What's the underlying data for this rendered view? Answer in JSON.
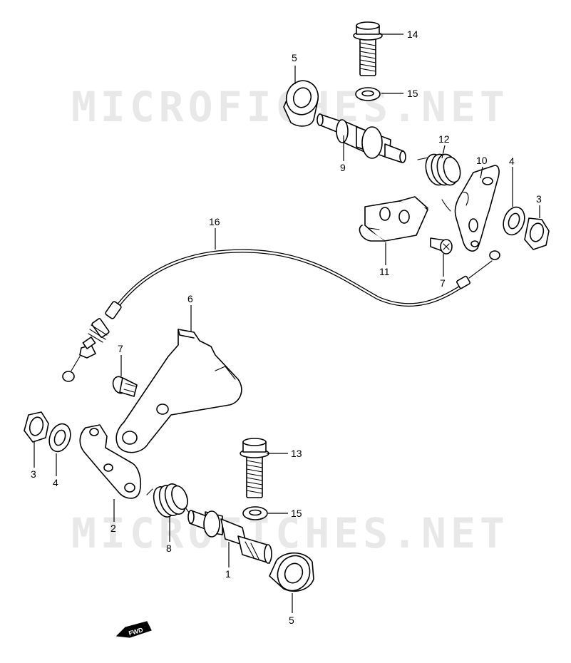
{
  "watermark": "MICROFICHES.NET",
  "direction_badge": {
    "label": "FWD"
  },
  "callouts": [
    {
      "id": "c14",
      "number": "14"
    },
    {
      "id": "c15a",
      "number": "15"
    },
    {
      "id": "c5a",
      "number": "5"
    },
    {
      "id": "c9",
      "number": "9"
    },
    {
      "id": "c12",
      "number": "12"
    },
    {
      "id": "c10",
      "number": "10"
    },
    {
      "id": "c4a",
      "number": "4"
    },
    {
      "id": "c3a",
      "number": "3"
    },
    {
      "id": "c11",
      "number": "11"
    },
    {
      "id": "c7a",
      "number": "7"
    },
    {
      "id": "c16",
      "number": "16"
    },
    {
      "id": "c6",
      "number": "6"
    },
    {
      "id": "c7b",
      "number": "7"
    },
    {
      "id": "c3b",
      "number": "3"
    },
    {
      "id": "c4b",
      "number": "4"
    },
    {
      "id": "c2",
      "number": "2"
    },
    {
      "id": "c8",
      "number": "8"
    },
    {
      "id": "c13",
      "number": "13"
    },
    {
      "id": "c15b",
      "number": "15"
    },
    {
      "id": "c1",
      "number": "1"
    },
    {
      "id": "c5b",
      "number": "5"
    }
  ]
}
